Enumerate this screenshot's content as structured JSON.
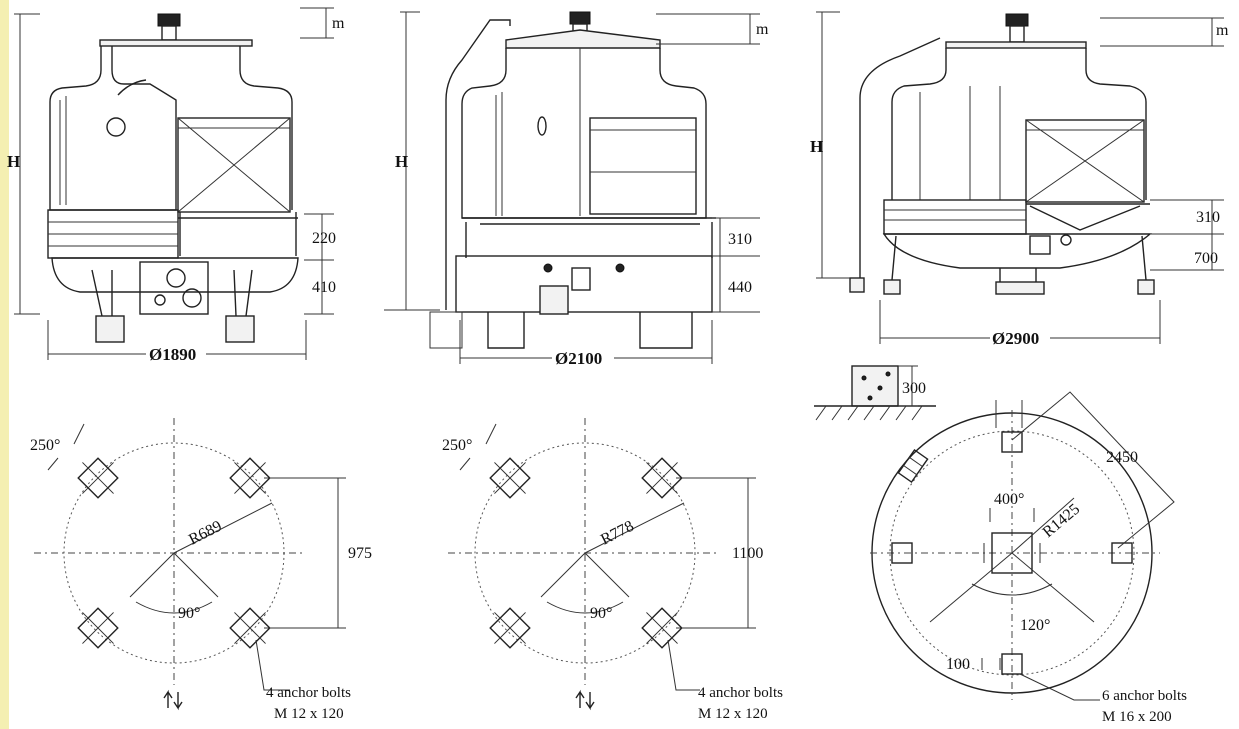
{
  "colors": {
    "line": "#222222",
    "background": "#ffffff",
    "strip": "#f4efb2"
  },
  "towers": [
    {
      "id": "small",
      "height_label": "H",
      "top_label": "m",
      "dims": [
        "220",
        "410"
      ],
      "diameter": "Ø1890",
      "plan": {
        "angle_top": "250°",
        "radius": "R689",
        "span": "975",
        "angle": "90°",
        "bolts_line1": "4 anchor bolts",
        "bolts_line2": "M  12 x 120",
        "arrow_icon": "updown-arrows-icon"
      }
    },
    {
      "id": "medium",
      "height_label": "H",
      "top_label": "m",
      "dims": [
        "310",
        "440"
      ],
      "diameter": "Ø2100",
      "plan": {
        "angle_top": "250°",
        "radius": "R778",
        "span": "1100",
        "angle": "90°",
        "bolts_line1": "4 anchor bolts",
        "bolts_line2": "M  12 x 120",
        "arrow_icon": "updown-arrows-icon"
      }
    },
    {
      "id": "large",
      "height_label": "H",
      "top_label": "m",
      "dims": [
        "310",
        "700"
      ],
      "diameter": "Ø2900",
      "plan": {
        "foundation": "300",
        "span": "2450",
        "angle_top": "400°",
        "radius": "R1425",
        "angle": "120°",
        "side": "100",
        "bolts_line1": "6 anchor bolts",
        "bolts_line2": "M  16 x 200"
      }
    }
  ]
}
